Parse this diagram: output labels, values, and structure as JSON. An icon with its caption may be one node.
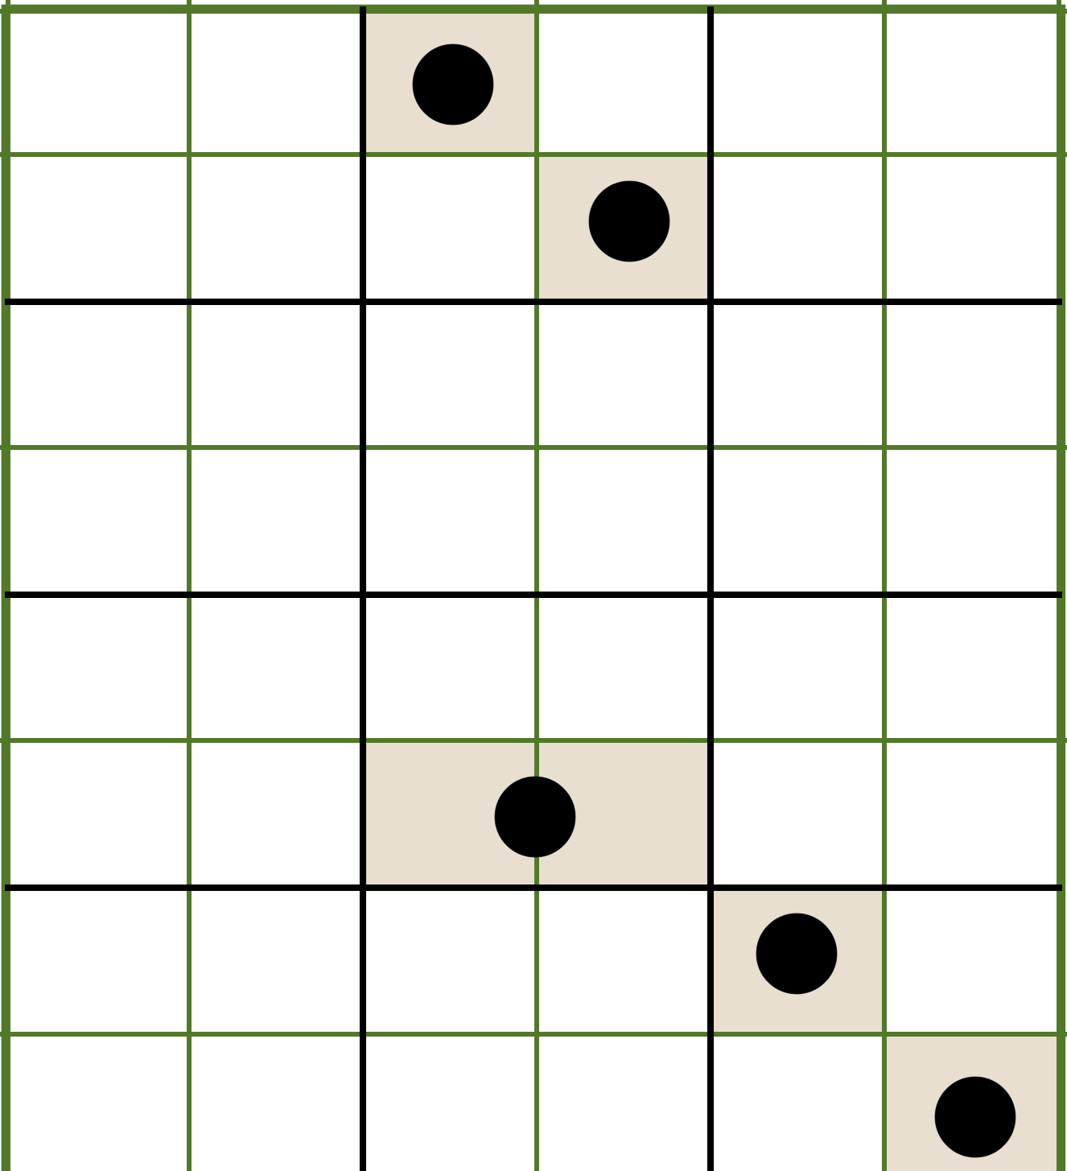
{
  "diagram": {
    "nodes": [
      {
        "text": [],
        "shape": "circle"
      },
      {
        "text": [],
        "shape": "circle"
      },
      {
        "text": [],
        "shape": "circle"
      },
      {
        "text": [],
        "shape": "circle"
      },
      {
        "text": [],
        "shape": "circle"
      }
    ]
  }
}
